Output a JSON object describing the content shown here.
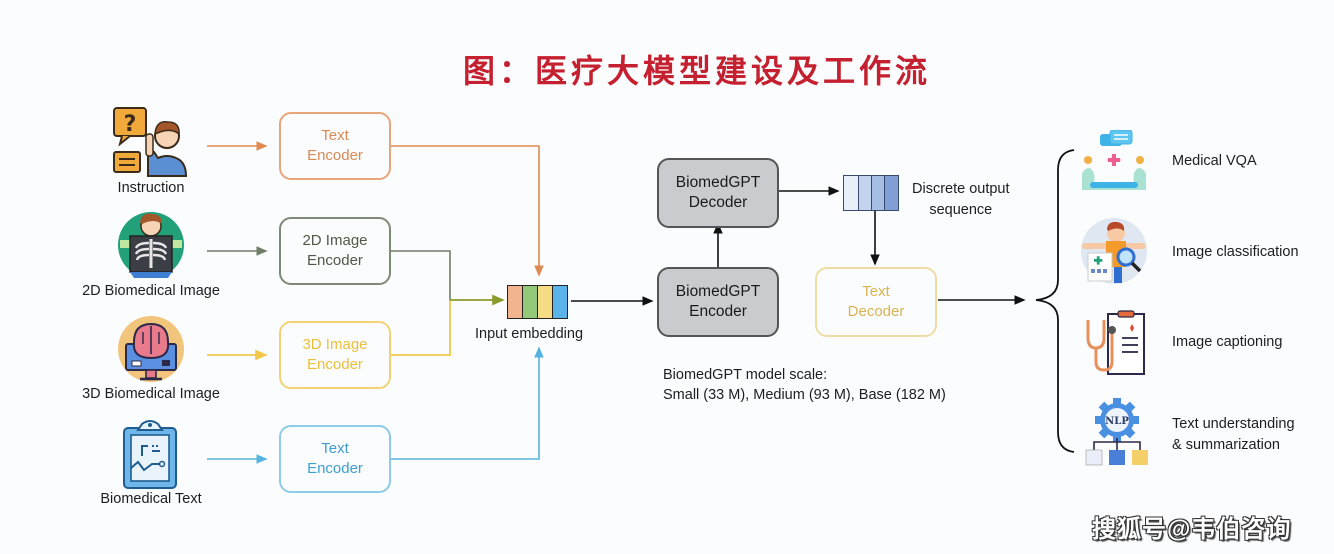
{
  "title": "图：医疗大模型建设及工作流",
  "inputs": [
    {
      "label": "Instruction",
      "icon": "person-question-icon"
    },
    {
      "label": "2D Biomedical Image",
      "icon": "xray-chest-icon"
    },
    {
      "label": "3D Biomedical Image",
      "icon": "brain-monitor-icon"
    },
    {
      "label": "Biomedical Text",
      "icon": "clipboard-chart-icon"
    }
  ],
  "encoders": [
    {
      "label": "Text\nEncoder",
      "color": "#e08a4f"
    },
    {
      "label": "2D Image\nEncoder",
      "color": "#6f7d66"
    },
    {
      "label": "3D Image\nEncoder",
      "color": "#f2c84b"
    },
    {
      "label": "Text\nEncoder",
      "color": "#56b3df"
    }
  ],
  "input_embedding": {
    "label": "Input embedding",
    "cell_colors": [
      "#f2b48f",
      "#95c97a",
      "#f6dc84",
      "#5bb3ea"
    ]
  },
  "biomedgpt": {
    "encoder_label": "BiomedGPT\nEncoder",
    "decoder_label": "BiomedGPT\nDecoder",
    "scale_title": "BiomedGPT model scale:",
    "scale_values": "Small (33 M), Medium (93 M), Base (182 M)"
  },
  "discrete_output": {
    "label": "Discrete output\nsequence",
    "cell_colors": [
      "#e9effa",
      "#c5d4ee",
      "#a6bde4",
      "#7f9fd6"
    ]
  },
  "text_decoder": {
    "label": "Text\nDecoder",
    "color": "#e2c46a"
  },
  "tasks": [
    {
      "label": "Medical VQA",
      "icon": "medical-consultation-icon"
    },
    {
      "label": "Image classification",
      "icon": "magnifier-person-icon"
    },
    {
      "label": "Image captioning",
      "icon": "stethoscope-clipboard-icon"
    },
    {
      "label": "Text understanding\n& summarization",
      "icon": "nlp-gear-icon"
    }
  ],
  "watermark": "搜狐号@韦伯咨询"
}
